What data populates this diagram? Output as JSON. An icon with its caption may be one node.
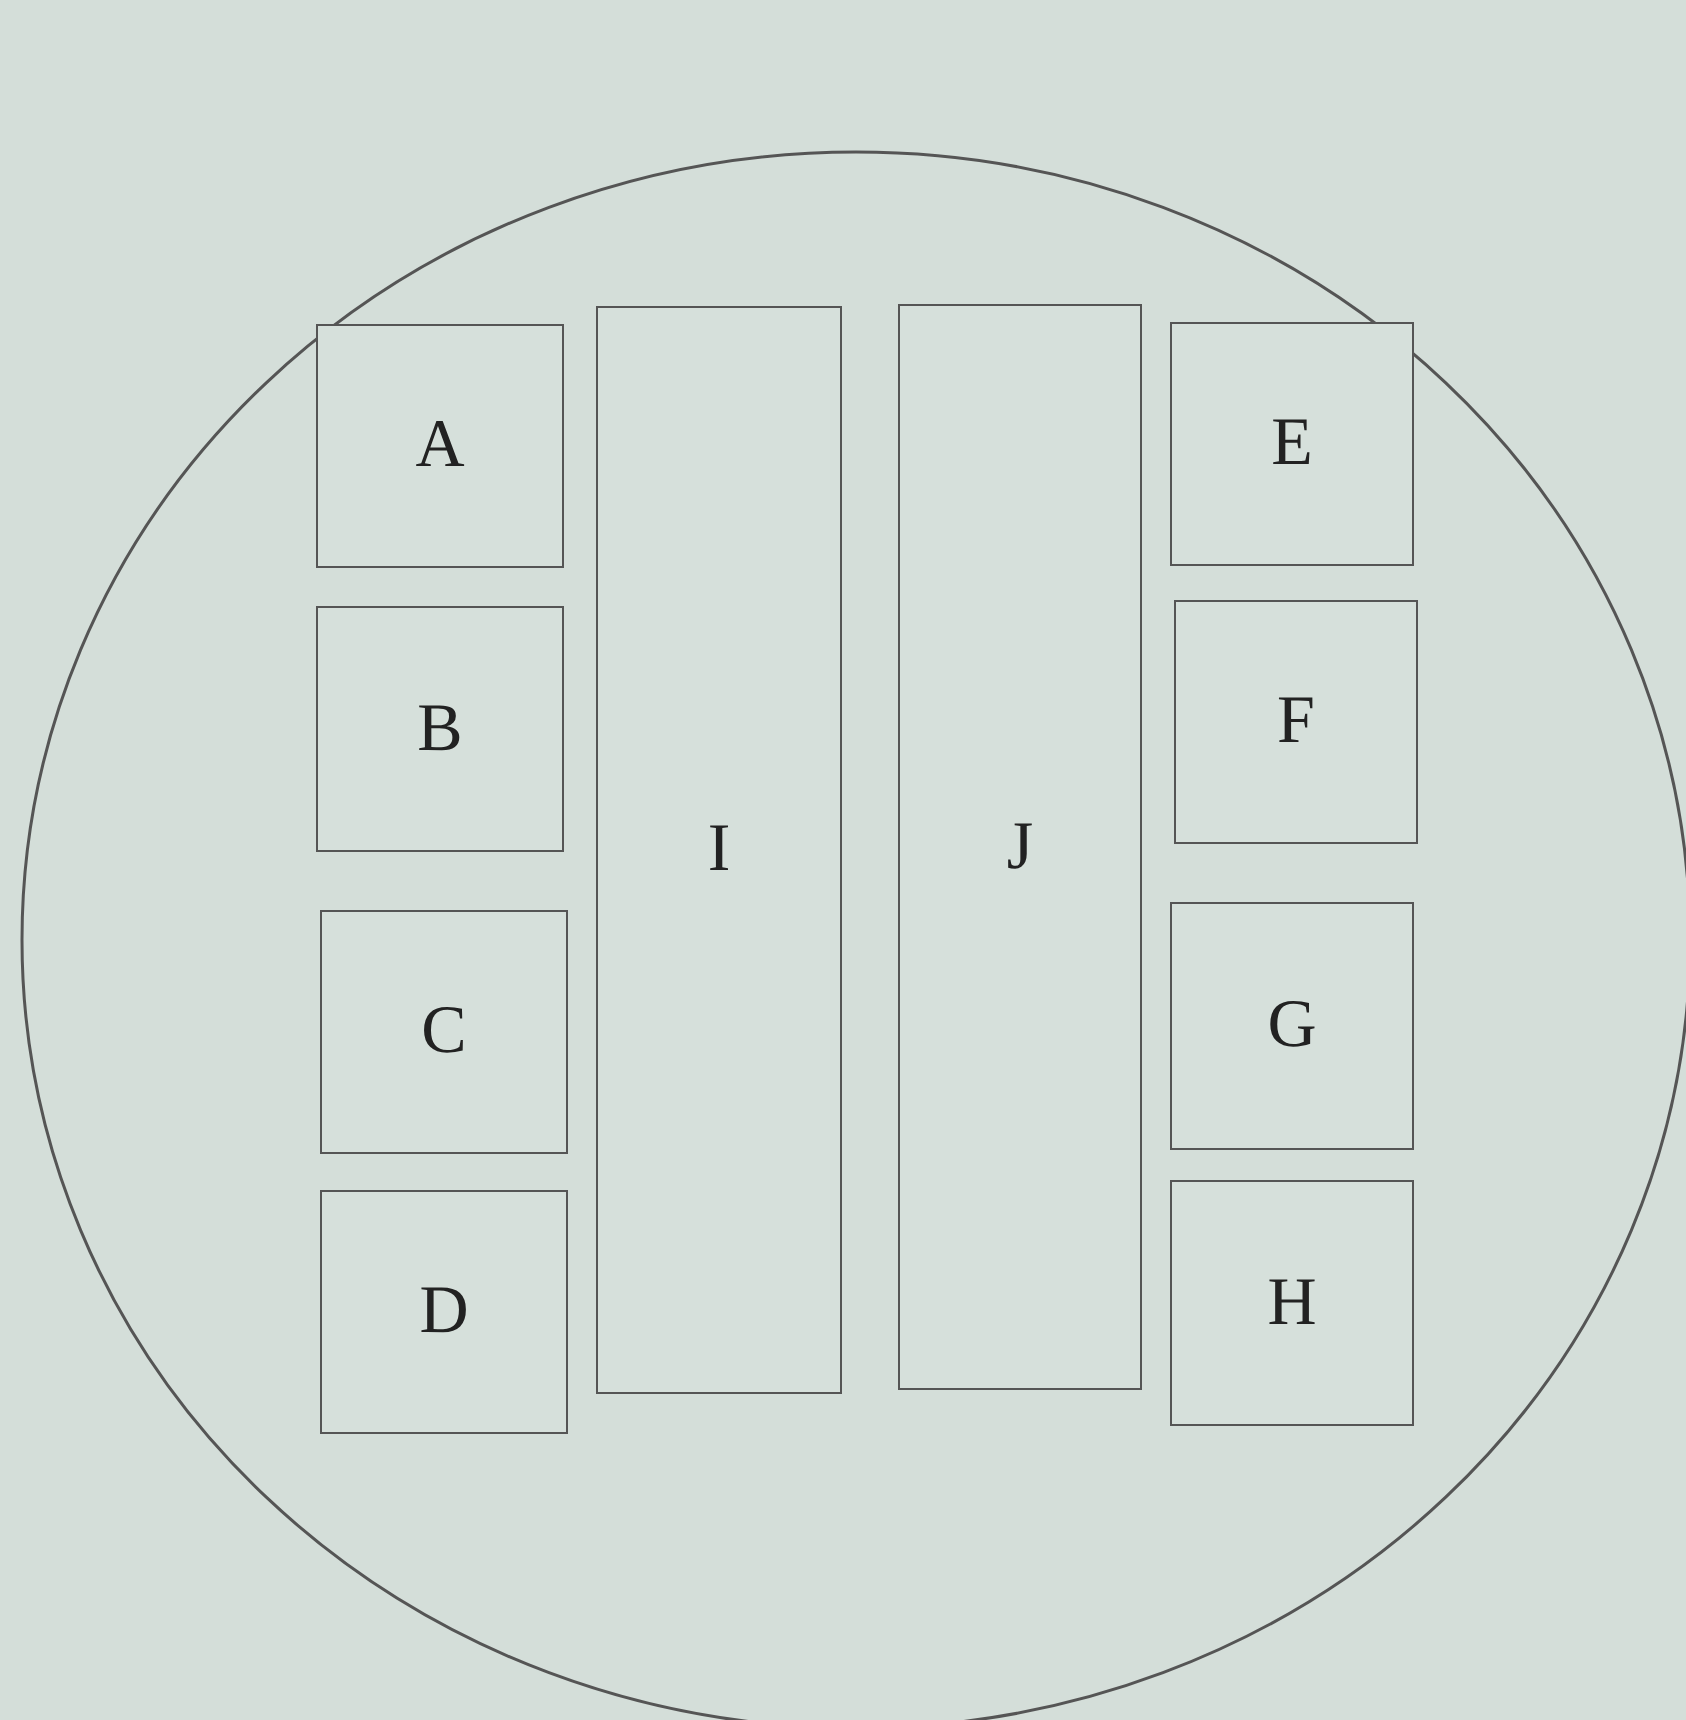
{
  "diagram": {
    "nodes": [
      {
        "text": [],
        "shape": "circle"
      },
      {
        "text": [
          "A"
        ],
        "in": 0
      },
      {
        "text": [
          "B"
        ],
        "in": 0
      },
      {
        "text": [
          "C"
        ],
        "in": 0
      },
      {
        "text": [
          "D"
        ],
        "in": 0
      },
      {
        "text": [
          "I"
        ],
        "in": 0
      },
      {
        "text": [
          "J"
        ],
        "in": 0
      },
      {
        "text": [
          "E"
        ],
        "in": 0
      },
      {
        "text": [
          "F"
        ],
        "in": 0
      },
      {
        "text": [
          "G"
        ],
        "in": 0
      },
      {
        "text": [
          "H"
        ],
        "in": 0
      }
    ]
  }
}
